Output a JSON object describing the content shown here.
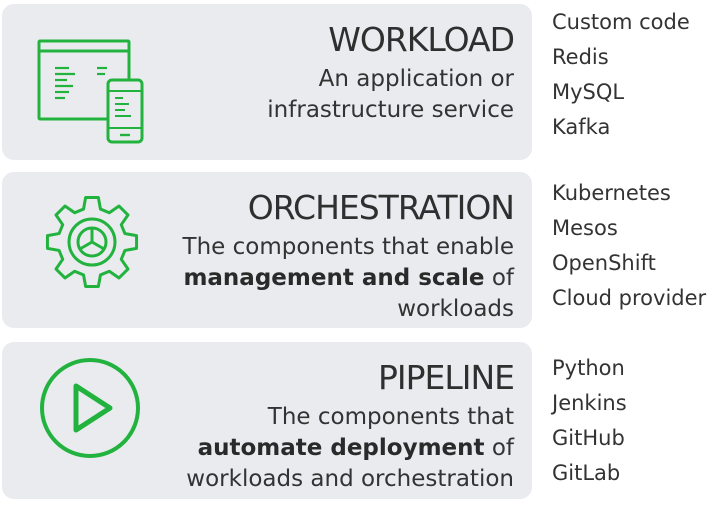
{
  "colors": {
    "card_background": "#e9ebee",
    "icon_green": "#22b33f",
    "text": "#333333"
  },
  "sections": [
    {
      "title": "WORKLOAD",
      "icon": "desktop-and-phone-icon",
      "desc_lines": [
        {
          "pre": "An application or",
          "bold": "",
          "post": ""
        },
        {
          "pre": "infrastructure service",
          "bold": "",
          "post": ""
        }
      ],
      "tools": [
        "Custom code",
        "Redis",
        "MySQL",
        "Kafka"
      ]
    },
    {
      "title": "ORCHESTRATION",
      "icon": "gear-icon",
      "desc_lines": [
        {
          "pre": "The components that enable",
          "bold": "",
          "post": ""
        },
        {
          "pre": "",
          "bold": "management and scale",
          "post": " of"
        },
        {
          "pre": "workloads",
          "bold": "",
          "post": ""
        }
      ],
      "tools": [
        "Kubernetes",
        "Mesos",
        "OpenShift",
        "Cloud provider"
      ]
    },
    {
      "title": "PIPELINE",
      "icon": "play-circle-icon",
      "desc_lines": [
        {
          "pre": "The components that",
          "bold": "",
          "post": ""
        },
        {
          "pre": "",
          "bold": "automate deployment",
          "post": " of"
        },
        {
          "pre": "workloads and orchestration",
          "bold": "",
          "post": ""
        }
      ],
      "tools": [
        "Python",
        "Jenkins",
        "GitHub",
        "GitLab"
      ]
    }
  ]
}
